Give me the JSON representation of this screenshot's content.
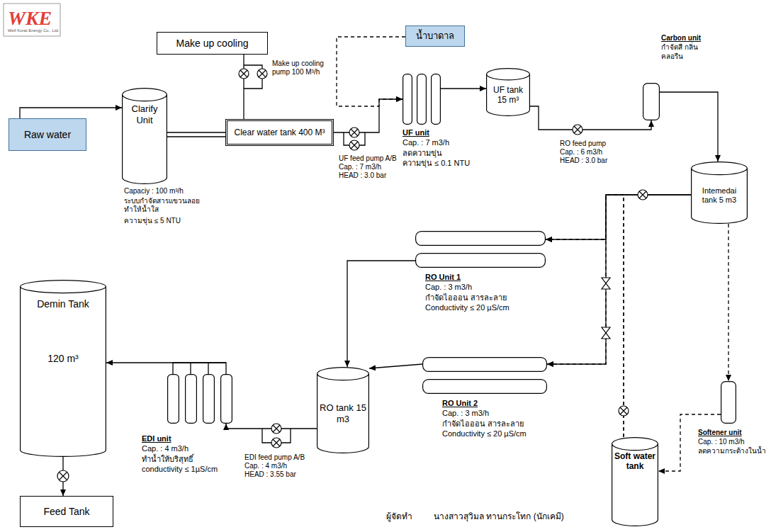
{
  "diagram": {
    "nodes": [
      {
        "text": [
          "Make up cooling"
        ]
      },
      {
        "text": [
          "น้ำบาดาล"
        ]
      },
      {
        "text": [
          "Carbon unit",
          "กำจัดสี กลิ่น คลอรีน"
        ]
      },
      {
        "text": [
          "Raw water"
        ]
      },
      {
        "text": [
          "Clarify Unit"
        ]
      },
      {
        "text": [
          "Clear water tank 400 M³"
        ]
      },
      {
        "text": [
          "UF unit",
          "Cap. : 7 m3/h",
          "ลดความขุ่น",
          "ความขุ่น ≤ 0.1 NTU"
        ]
      },
      {
        "text": [
          "UF tank 15 m³"
        ]
      },
      {
        "text": [
          "Intemedai tank 5 m3"
        ]
      },
      {
        "text": [
          "RO Unit 1",
          "Cap. : 3 m3/h",
          "กำจัดไอออน สารละลาย",
          "Conductivity ≤ 20 µS/cm"
        ]
      },
      {
        "text": [
          "RO tank 15 m3"
        ]
      },
      {
        "text": [
          "RO Unit 2",
          "Cap. : 3 m3/h",
          "กำจัดไอออน สารละลาย",
          "Conductivity ≤ 20 µS/cm"
        ]
      },
      {
        "text": [
          "Demin Tank",
          "120 m³"
        ]
      },
      {
        "text": [
          "EDI unit",
          "Cap. : 4 m3/h",
          "ทำน้ำให้บริสุทธิ์",
          "conductivity ≤ 1µS/cm"
        ]
      },
      {
        "text": [
          "Soft water tank"
        ]
      },
      {
        "text": [
          "Softener unit",
          "Cap. : 10 m3/h",
          "ลดความกระด้างในน้ำ"
        ]
      },
      {
        "text": [
          "Feed Tank"
        ]
      }
    ],
    "edges": [
      {
        "from": 3,
        "to": 4,
        "arrow": "to"
      },
      {
        "from": 4,
        "to": 5,
        "arrow": "none"
      },
      {
        "from": 5,
        "to": 0,
        "arrow": "none"
      },
      {
        "from": 5,
        "to": 6,
        "arrow": "to"
      },
      {
        "from": 1,
        "to": 6,
        "arrow": "to"
      },
      {
        "from": 6,
        "to": 7,
        "arrow": "to"
      },
      {
        "from": 7,
        "to": 2,
        "arrow": "to"
      },
      {
        "from": 2,
        "to": 8,
        "arrow": "to"
      },
      {
        "from": 8,
        "to": 9,
        "arrow": "to"
      },
      {
        "from": 8,
        "to": 11,
        "arrow": "to"
      },
      {
        "from": 9,
        "to": 10,
        "arrow": "to"
      },
      {
        "from": 11,
        "to": 10,
        "arrow": "to"
      },
      {
        "from": 10,
        "to": 13,
        "arrow": "to"
      },
      {
        "from": 13,
        "to": 12,
        "arrow": "to"
      },
      {
        "from": 12,
        "to": 16,
        "arrow": "to"
      },
      {
        "from": 8,
        "to": 15,
        "arrow": "to"
      },
      {
        "from": 15,
        "to": 14,
        "arrow": "to"
      },
      {
        "from": 14,
        "to": 9,
        "arrow": "to"
      },
      {
        "from": 14,
        "to": 11,
        "arrow": "to"
      }
    ],
    "labels": [
      "WKE",
      "Well Korat Energy Co., Ltd.",
      "Capaciy : 100 m³/h",
      "ระบบกำจัดสารแขวนลอย ทำให้น้ำใส",
      "ความขุ่น ≤ 5 NTU",
      "Make up cooling pump 100 M³/h",
      "UF feed pump A/B",
      "Cap. : 7 m3/h",
      "HEAD : 3.0 bar",
      "RO feed pump",
      "Cap. : 6 m3/h",
      "HEAD : 3.0 bar",
      "EDI feed pump A/B",
      "Cap. : 4 m3/h",
      "HEAD : 3.55 bar",
      "ผู้จัดทำ",
      "นางสาวสุวิมล ทานกระโทก (นักเคมี)"
    ]
  }
}
